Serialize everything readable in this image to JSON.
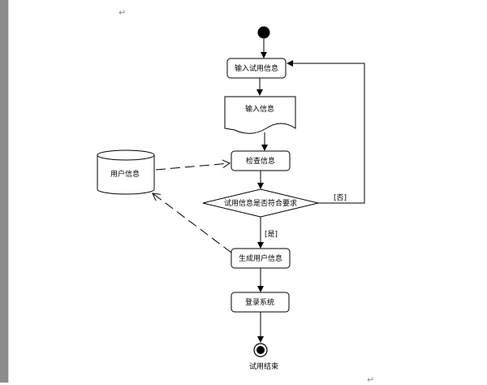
{
  "document": {
    "paragraph_mark_top": "↵",
    "paragraph_mark_bottom": "↵"
  },
  "diagram": {
    "input_action": "输入试用信息",
    "input_document": "输入信息",
    "data_store": "用户信息",
    "check_action": "检查信息",
    "decision": "试用信息是否符合要求",
    "guard_no": "[否]",
    "guard_yes": "[是]",
    "generate_action": "生成用户信息",
    "login_action": "登录系统",
    "end_label": "试用结束"
  }
}
